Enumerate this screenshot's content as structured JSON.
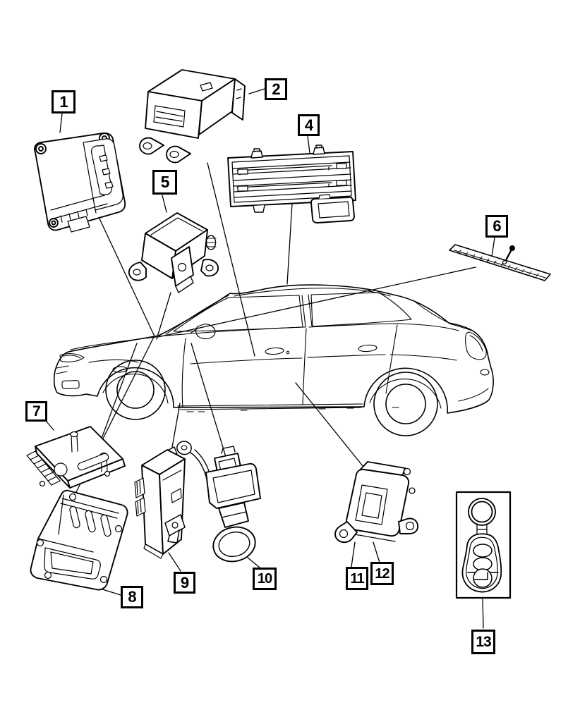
{
  "colors": {
    "background": "#ffffff",
    "line": "#000000"
  },
  "callouts": [
    {
      "label": "1"
    },
    {
      "label": "2"
    },
    {
      "label": "4"
    },
    {
      "label": "5"
    },
    {
      "label": "6"
    },
    {
      "label": "7"
    },
    {
      "label": "8"
    },
    {
      "label": "9"
    },
    {
      "label": "10"
    },
    {
      "label": "11"
    },
    {
      "label": "12"
    },
    {
      "label": "13"
    }
  ]
}
